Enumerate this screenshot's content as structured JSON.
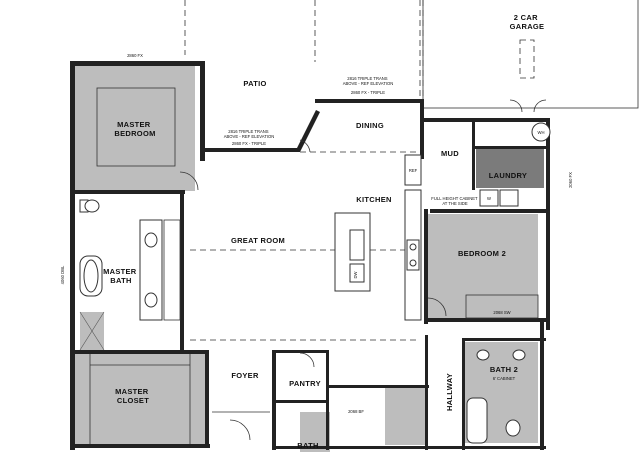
{
  "rooms": {
    "garage": "2 CAR\nGARAGE",
    "patio": "PATIO",
    "dining": "DINING",
    "mud": "MUD",
    "laundry": "LAUNDRY",
    "master_bedroom": "MASTER\nBEDROOM",
    "kitchen": "KITCHEN",
    "great_room": "GREAT ROOM",
    "master_bath": "MASTER\nBATH",
    "bedroom_2": "BEDROOM 2",
    "master_closet": "MASTER\nCLOSET",
    "foyer": "FOYER",
    "pantry": "PANTRY",
    "hallway": "HALLWAY",
    "bath_2": "BATH 2",
    "bath": "BATH"
  },
  "notes": {
    "dining_window": "2816 TRIPLE TRANS\nABOVE - REF ELEVATION",
    "dining_window_2": "2860 FX - TRIPLE",
    "patio_window": "2816 TRIPLE TRANS\nABOVE - REF ELEVATION",
    "patio_window_2": "2860 FX - TRIPLE",
    "master_top_window": "2860 FX",
    "bath2_vanity": "6' CABINET",
    "fridge": "REF",
    "laundry_note": "FULL HEIGHT CABINET\nAT THE SIDE",
    "bed2_closet": "2068 SW",
    "pantry_shelf": "2068 BF",
    "right_window": "2060 FX",
    "left_window": "4060 DBL"
  },
  "fixture_labels": {
    "washer": "W",
    "heater": "WH",
    "dishwasher": "DW"
  }
}
